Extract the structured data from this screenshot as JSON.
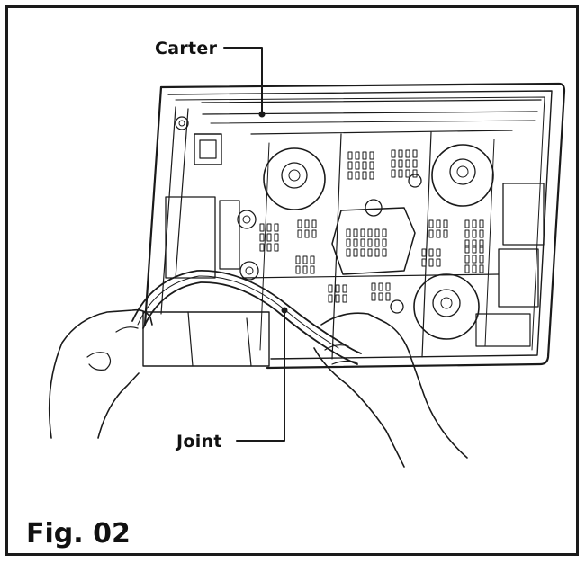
{
  "figure": {
    "caption": "Fig. 02",
    "callouts": {
      "carter": "Carter",
      "joint": "Joint"
    }
  },
  "colors": {
    "line": "#1a1a1a",
    "frame": "#1a1a1a",
    "background": "#ffffff"
  }
}
